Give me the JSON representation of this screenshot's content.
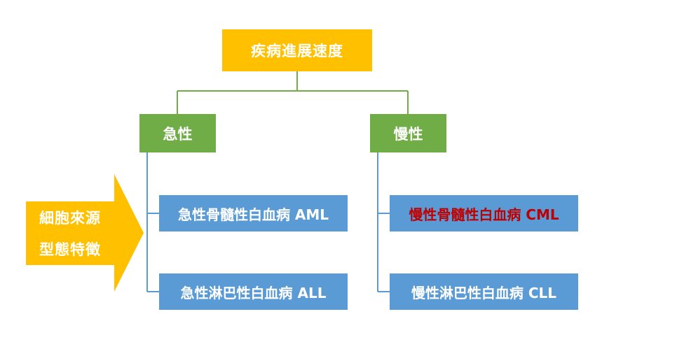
{
  "root": {
    "label": "疾病進展速度"
  },
  "branches": [
    {
      "label": "急性",
      "children": [
        {
          "label": "急性骨髓性白血病 AML",
          "color": "#FFFFFF"
        },
        {
          "label": "急性淋巴性白血病 ALL",
          "color": "#FFFFFF"
        }
      ]
    },
    {
      "label": "慢性",
      "children": [
        {
          "label": "慢性骨髓性白血病 CML",
          "color": "#C00000"
        },
        {
          "label": "慢性淋巴性白血病 CLL",
          "color": "#FFFFFF"
        }
      ]
    }
  ],
  "side_arrow": {
    "line1": "細胞來源",
    "line2": "型態特徵"
  },
  "colors": {
    "root": "#FFC000",
    "branch": "#70AD47",
    "leaf": "#5B9BD5",
    "connector": "#70AD47",
    "leaf_connector": "#5B9BD5",
    "arrow": "#FFC000",
    "highlight_text": "#C00000"
  }
}
